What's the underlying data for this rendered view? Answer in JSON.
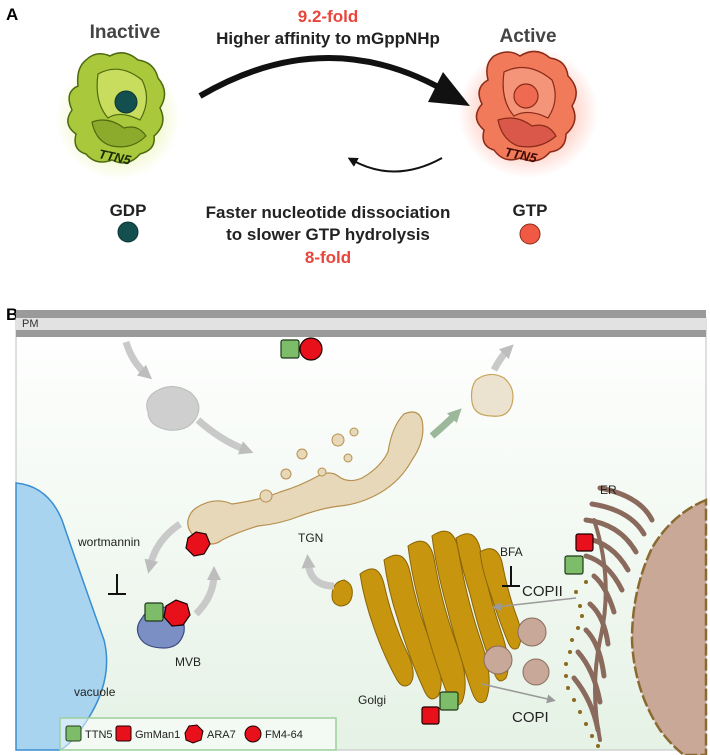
{
  "panel_a": {
    "panel_label": "A",
    "inactive_label": "Inactive",
    "active_label": "Active",
    "protein_label_left": "TTN5",
    "protein_label_right": "TTN5",
    "forward_fold": "9.2-fold",
    "forward_text": "Higher affinity to mGppNHp",
    "gdp_label": "GDP",
    "gtp_label": "GTP",
    "reverse_line1": "Faster nucleotide dissociation",
    "reverse_line2": "to slower GTP hydrolysis",
    "reverse_fold": "8-fold"
  },
  "panel_b": {
    "panel_label": "B",
    "pm_label": "PM",
    "tgn_label": "TGN",
    "wortmannin_label": "wortmannin",
    "mvb_label": "MVB",
    "vacuole_label": "vacuole",
    "golgi_label": "Golgi",
    "bfa_label": "BFA",
    "copii_label": "COPII",
    "copi_label": "COPI",
    "er_label": "ER"
  },
  "legend": {
    "items": [
      {
        "label": "TTN5",
        "icon": "green-square-icon"
      },
      {
        "label": "GmMan1",
        "icon": "red-square-icon"
      },
      {
        "label": "ARA7",
        "icon": "red-hexagon-icon"
      },
      {
        "label": "FM4-64",
        "icon": "red-circle-icon"
      }
    ]
  },
  "colors": {
    "fold_red": "#e8453c",
    "ttn5_green": "#7dbd6a",
    "marker_red": "#e8101a",
    "golgi": "#c8960e",
    "er": "#8a6a5c",
    "tgn": "#e9dcc0",
    "vacuole": "#a8d4f0"
  }
}
